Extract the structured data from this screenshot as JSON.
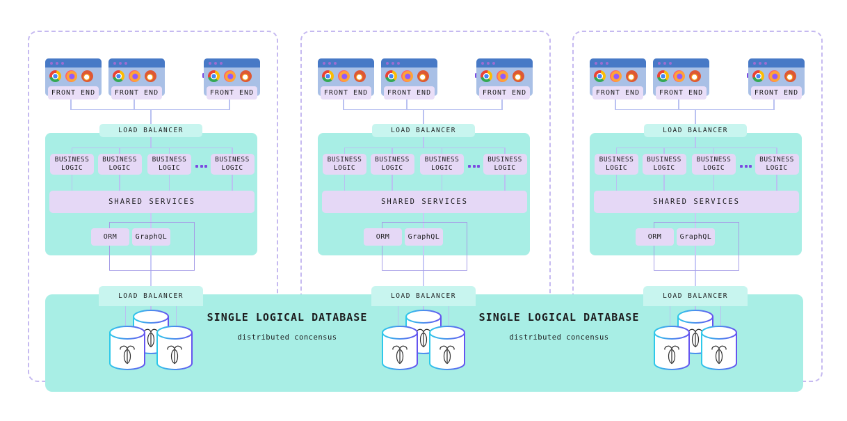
{
  "labels": {
    "front_end": "FRONT END",
    "load_balancer": "LOAD BALANCER",
    "business_logic_line1": "BUSINESS",
    "business_logic_line2": "LOGIC",
    "shared_services": "SHARED SERVICES",
    "orm": "ORM",
    "graphql": "GraphQL"
  },
  "database_band": {
    "title": "SINGLE LOGICAL DATABASE",
    "subtitle": "distributed concensus"
  },
  "icons": {
    "browser_icons": [
      "chrome-icon",
      "firefox-icon",
      "duckduckgo-icon"
    ],
    "window_controls": "three-dots",
    "ellipsis": "more-instances-ellipsis",
    "database": "cockroachdb-cylinder-icon"
  },
  "colors": {
    "teal_region": "#a8eee5",
    "teal_tab": "#c8f5ef",
    "lavender_box": "#e5d8f6",
    "front_end_label_bg": "#e9def8",
    "browser_header": "#4779c6",
    "browser_body": "#a9c0e6",
    "window_dot": "#9d6ed2",
    "ellipsis_purple": "#7b4be0",
    "connector_line": "#b9c1f1",
    "bracket_line": "#a59ce6",
    "dashed_border": "#c5b9f0",
    "cylinder_gradient_start": "#2ec9ea",
    "cylinder_gradient_end": "#6554ef",
    "text": "#1d1d1f"
  }
}
